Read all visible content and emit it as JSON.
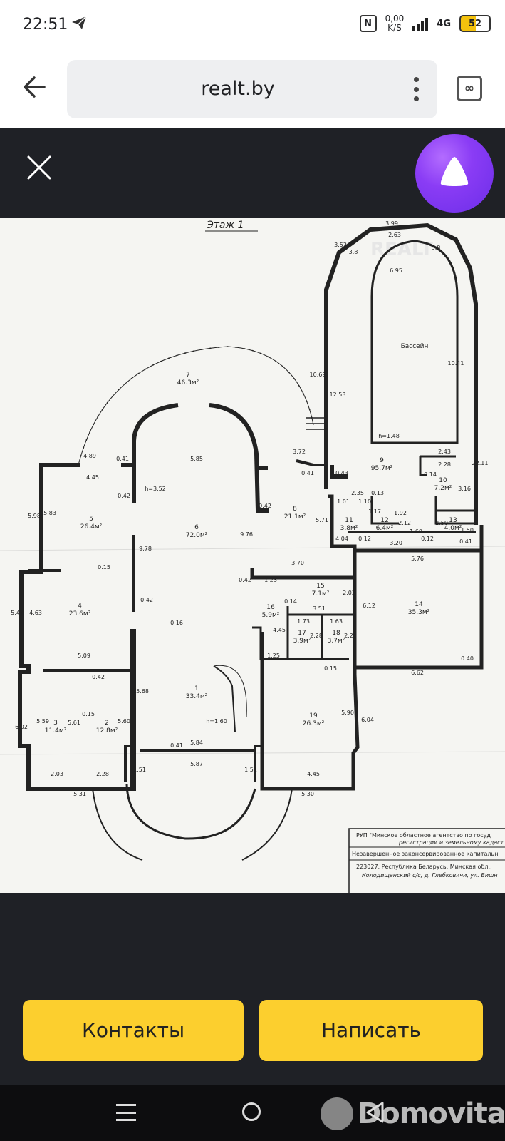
{
  "status_bar": {
    "time": "22:51",
    "telegram_icon": "paper-plane-icon",
    "speed_value": "0,00",
    "speed_unit": "K/S",
    "network": "4G",
    "battery": "52"
  },
  "browser": {
    "url": "realt.by"
  },
  "plan": {
    "title": "Этаж 1",
    "watermark": "REALT",
    "pool_label": "Бассейн",
    "rooms": [
      {
        "num": "7",
        "area": "46.3м²"
      },
      {
        "num": "5",
        "area": "26.4м²"
      },
      {
        "num": "6",
        "area": "72.0м²"
      },
      {
        "num": "8",
        "area": "21.1м²"
      },
      {
        "num": "9",
        "area": "95.7м²"
      },
      {
        "num": "10",
        "area": "7.2м²"
      },
      {
        "num": "11",
        "area": "3.8м²"
      },
      {
        "num": "12",
        "area": "6.4м²"
      },
      {
        "num": "13",
        "area": "4.0м²"
      },
      {
        "num": "4",
        "area": "23.6м²"
      },
      {
        "num": "15",
        "area": "7.1м²"
      },
      {
        "num": "16",
        "area": "5.9м²"
      },
      {
        "num": "17",
        "area": "3.9м²"
      },
      {
        "num": "18",
        "area": "3.7м²"
      },
      {
        "num": "14",
        "area": "35.3м²"
      },
      {
        "num": "1",
        "area": "33.4м²"
      },
      {
        "num": "3",
        "area": "11.4м²"
      },
      {
        "num": "2",
        "area": "12.8м²"
      },
      {
        "num": "19",
        "area": "26.3м²"
      }
    ],
    "dims": [
      "3.99",
      "2.63",
      "3.52",
      "3.8",
      "3.8",
      "6.95",
      "10.69",
      "12.53",
      "10.41",
      "22.11",
      "4.89",
      "4.45",
      "0.41",
      "5.85",
      "3.72",
      "0.41",
      "0.43",
      "2.43",
      "2.28",
      "0.14",
      "3.16",
      "0.42",
      "h=3.52",
      "0.42",
      "2.35",
      "0.13",
      "1.01",
      "1.10",
      "1.92",
      "2.12",
      "2.50",
      "1.17",
      "1.60",
      "1.50",
      "5.98",
      "5.83",
      "9.76",
      "5.71",
      "4.04",
      "0.12",
      "3.20",
      "0.12",
      "0.41",
      "9.78",
      "0.15",
      "3.70",
      "5.76",
      "0.42",
      "1.23",
      "2.02",
      "0.42",
      "0.14",
      "3.51",
      "6.12",
      "5.47",
      "4.63",
      "1.73",
      "1.63",
      "0.16",
      "4.45",
      "2.28",
      "2.27",
      "0.40",
      "5.09",
      "1.25",
      "0.15",
      "6.62",
      "0.42",
      "5.68",
      "6.02",
      "5.59",
      "5.61",
      "0.15",
      "5.60",
      "h=1.60",
      "5.90",
      "6.04",
      "0.41",
      "5.84",
      "5.87",
      "2.03",
      "2.28",
      "1.51",
      "1.51",
      "4.45",
      "5.31",
      "5.30",
      "h=1.48"
    ],
    "stamp_lines": [
      "РУП \"Минское областное агентство по госуд",
      "регистрации и земельному кадаст",
      "Незавершенное законсервированное капитальн",
      "223027, Республика Беларусь, Минская обл.,",
      "Колодищанский с/с, д. Глебковичи, ул. Вишн"
    ]
  },
  "actions": {
    "contacts_label": "Контакты",
    "write_label": "Написать"
  },
  "navbar": {
    "watermark": "Domovita"
  }
}
